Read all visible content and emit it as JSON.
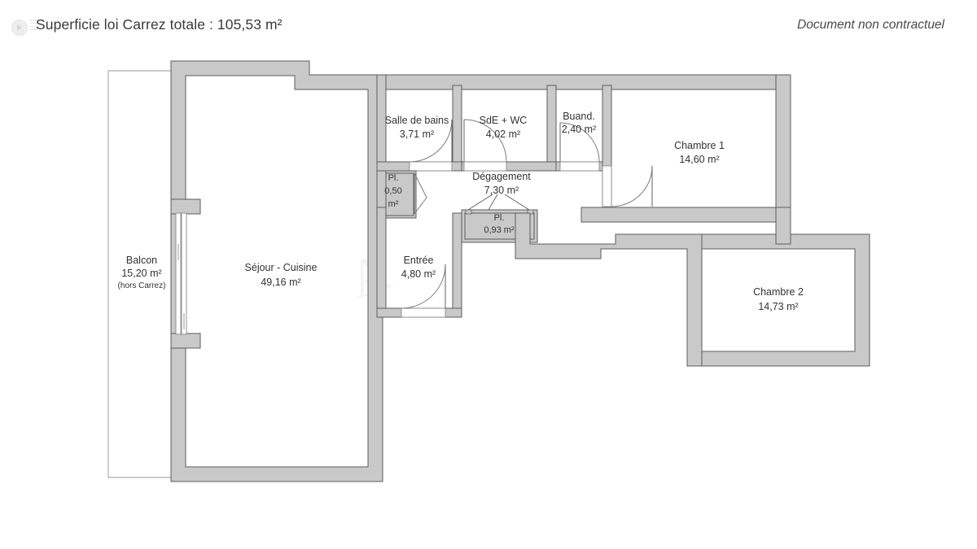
{
  "header": {
    "title": "Superficie loi Carrez totale :  105,53 m²",
    "total_area": "105,53 m²",
    "note": "Document non contractuel",
    "logo_icon": "play-circle-icon",
    "lines_icon": "text-lines-icon"
  },
  "watermark": {
    "text": "A"
  },
  "rooms": [
    {
      "id": "balcon",
      "name": "Balcon",
      "area": "15,20 m²",
      "extra": "(hors Carrez)"
    },
    {
      "id": "sejour",
      "name": "Séjour - Cuisine",
      "area": "49,16 m²",
      "extra": ""
    },
    {
      "id": "salle_de_bains",
      "name": "Salle de bains",
      "area": "3,71 m²",
      "extra": ""
    },
    {
      "id": "sde_wc",
      "name": "SdE + WC",
      "area": "4,02 m²",
      "extra": ""
    },
    {
      "id": "buanderie",
      "name": "Buand.",
      "area": "2,40 m²",
      "extra": ""
    },
    {
      "id": "chambre1",
      "name": "Chambre 1",
      "area": "14,60 m²",
      "extra": ""
    },
    {
      "id": "chambre2",
      "name": "Chambre 2",
      "area": "14,73 m²",
      "extra": ""
    },
    {
      "id": "degagement",
      "name": "Dégagement",
      "area": "7,30 m²",
      "extra": ""
    },
    {
      "id": "entree",
      "name": "Entrée",
      "area": "4,80 m²",
      "extra": ""
    },
    {
      "id": "placard1",
      "name": "Pl.",
      "area": "0,50",
      "extra": "m²"
    },
    {
      "id": "placard2",
      "name": "Pl.",
      "area": "0,93 m²",
      "extra": ""
    }
  ],
  "colors": {
    "wall_fill": "#c9c9c9",
    "wall_stroke": "#5d5d5d",
    "text": "#333333",
    "background": "#ffffff"
  }
}
